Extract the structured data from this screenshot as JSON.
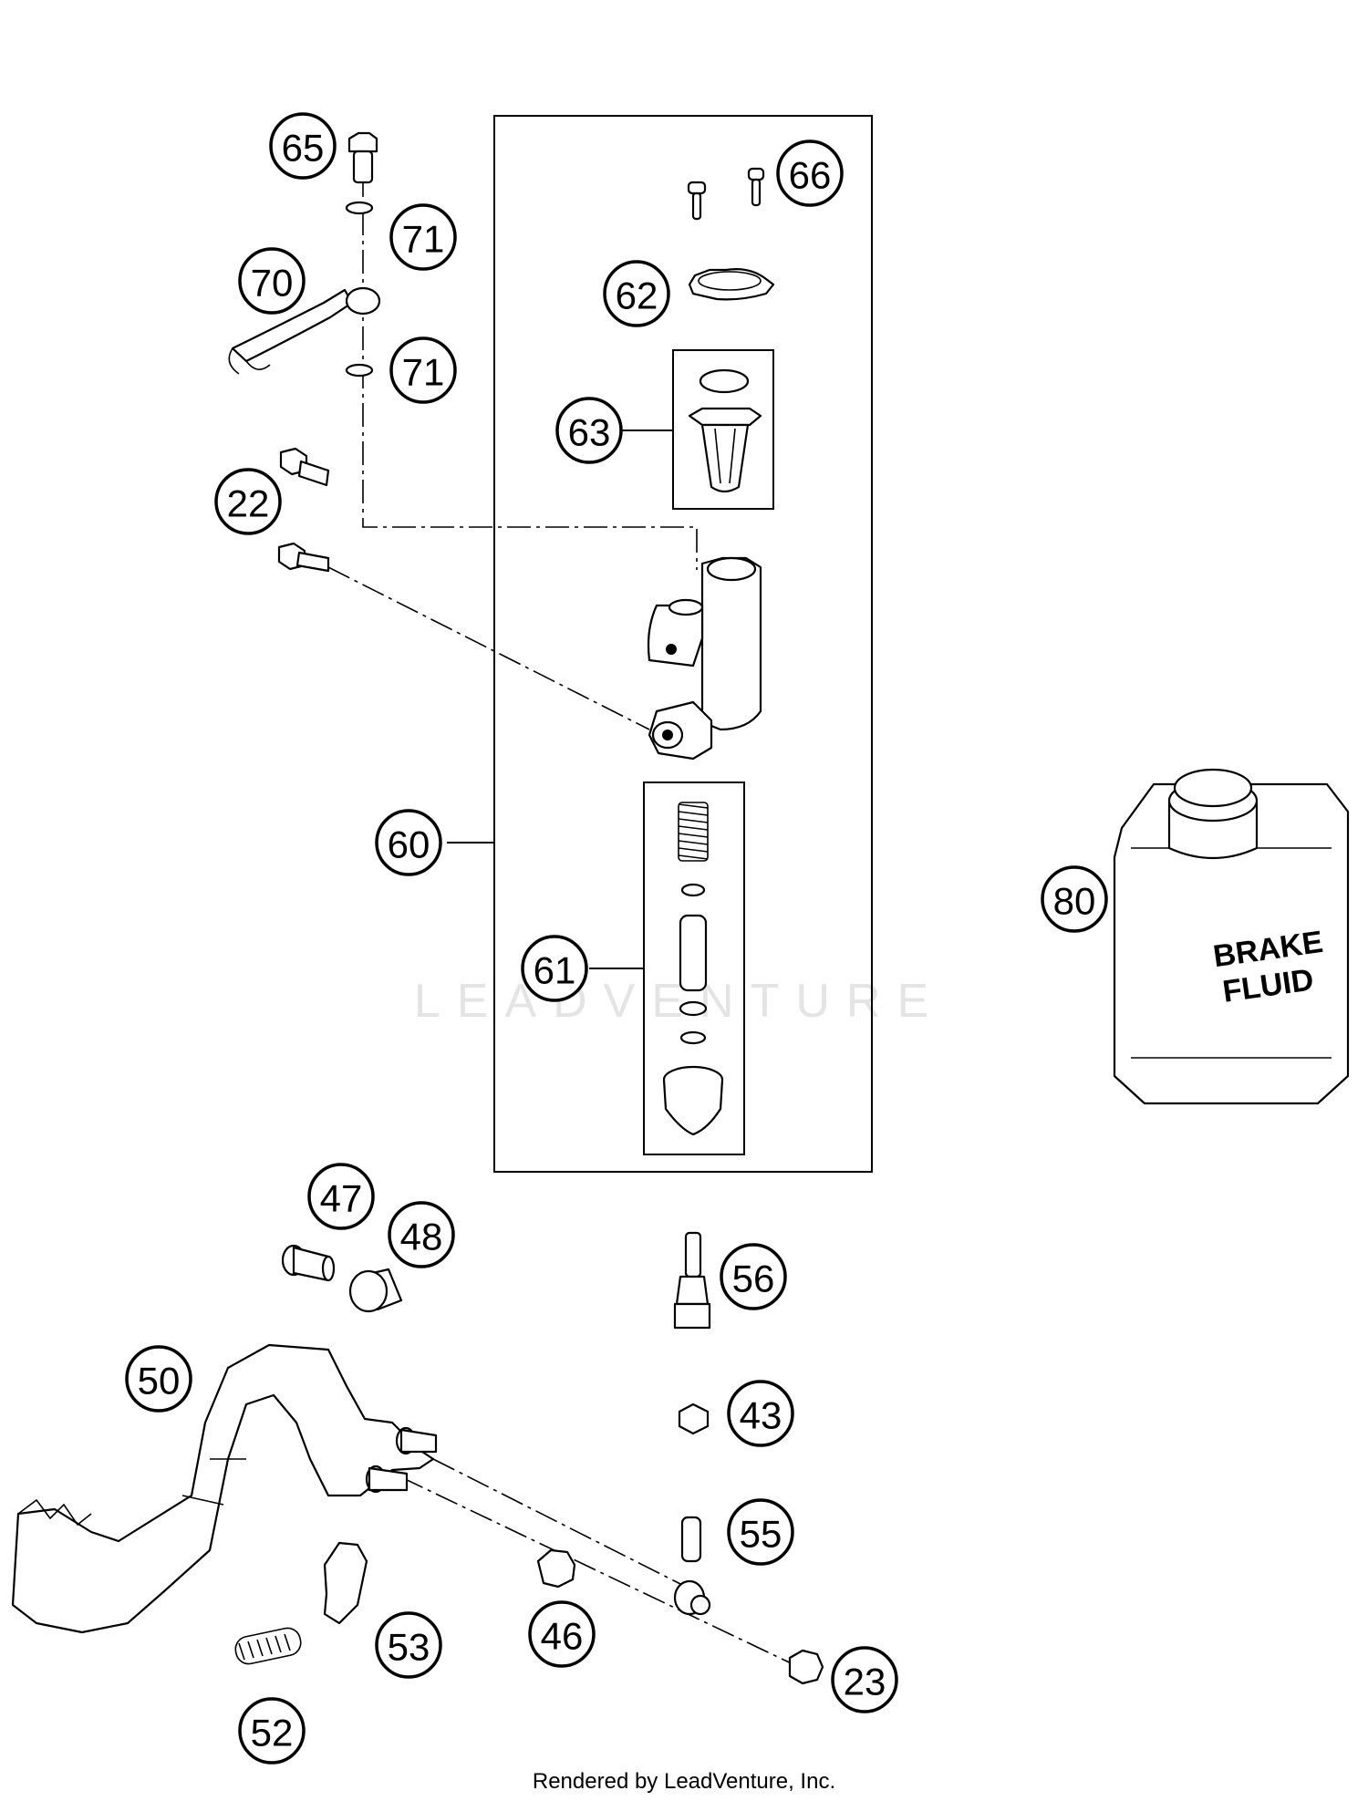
{
  "watermark": "LEADVENTURE",
  "footer": "Rendered by LeadVenture, Inc.",
  "can_label": {
    "line1": "BRAKE",
    "line2": "FLUID"
  },
  "callouts": {
    "c65": "65",
    "c71a": "71",
    "c70": "70",
    "c71b": "71",
    "c22": "22",
    "c66": "66",
    "c62": "62",
    "c63": "63",
    "c60": "60",
    "c61": "61",
    "c80": "80",
    "c47": "47",
    "c48": "48",
    "c56": "56",
    "c50": "50",
    "c43": "43",
    "c55": "55",
    "c53": "53",
    "c46": "46",
    "c23": "23",
    "c52": "52"
  }
}
